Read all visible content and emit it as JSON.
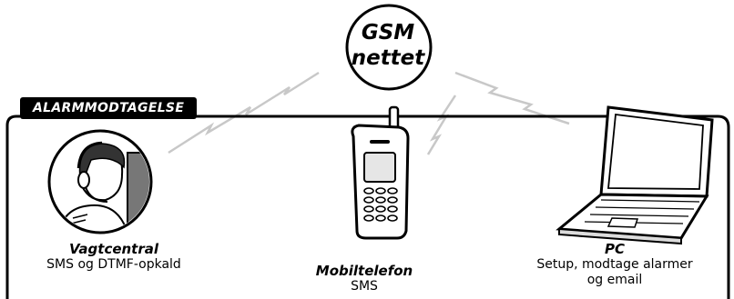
{
  "network": {
    "line1": "GSM",
    "line2": "nettet"
  },
  "section": {
    "label": "ALARMMODTAGELSE"
  },
  "receivers": [
    {
      "title": "Vagtcentral",
      "desc1": "SMS og DTMF-opkald",
      "desc2": "",
      "icon": "operator-headset-icon"
    },
    {
      "title": "Mobiltelefon",
      "desc1": "SMS",
      "desc2": "",
      "icon": "mobile-phone-icon"
    },
    {
      "title": "PC",
      "desc1": "Setup, modtage alarmer",
      "desc2": "og email",
      "icon": "laptop-icon"
    }
  ],
  "colors": {
    "line": "#000000",
    "signal": "#c8c8c8",
    "fill": "#ffffff",
    "shade": "#dcdcdc"
  }
}
